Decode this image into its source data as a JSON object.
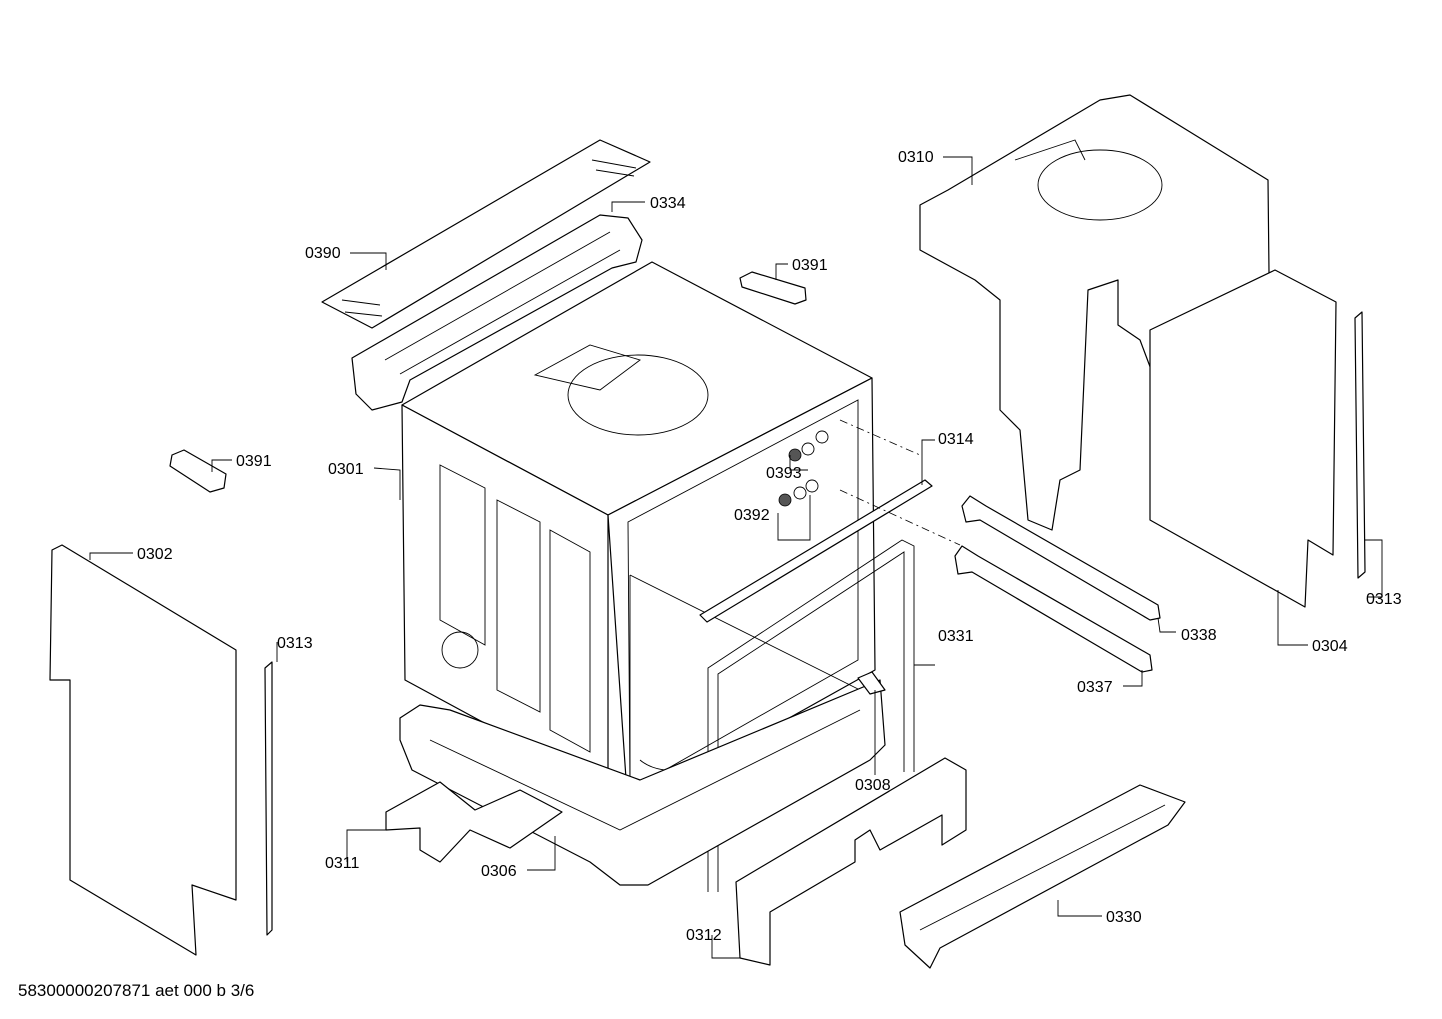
{
  "footer_text": "58300000207871 aet 000 b 3/6",
  "callouts": {
    "p0390": "0390",
    "p0334": "0334",
    "p0391_top": "0391",
    "p0391_left": "0391",
    "p0310": "0310",
    "p0301": "0301",
    "p0314": "0314",
    "p0393": "0393",
    "p0392": "0392",
    "p0302": "0302",
    "p0313_left": "0313",
    "p0313_right": "0313",
    "p0338": "0338",
    "p0304": "0304",
    "p0331": "0331",
    "p0337": "0337",
    "p0308": "0308",
    "p0311": "0311",
    "p0306": "0306",
    "p0312": "0312",
    "p0330": "0330"
  }
}
